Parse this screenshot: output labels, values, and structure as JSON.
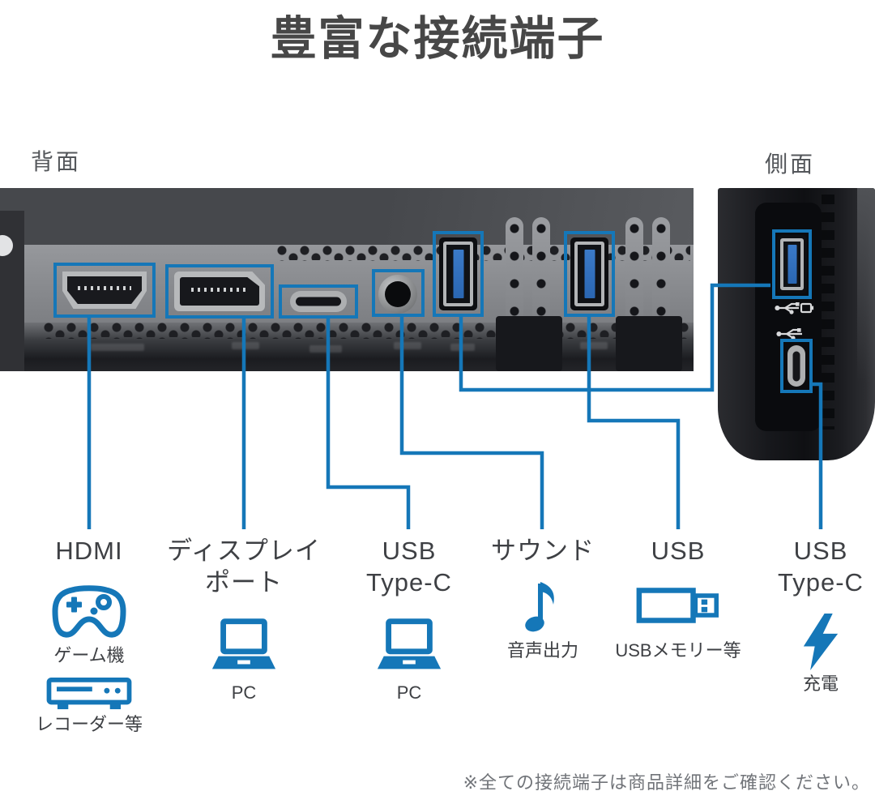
{
  "title": "豊富な接続端子",
  "back_label": "背面",
  "side_label": "側面",
  "footnote": "※全ての接続端子は商品詳細をご確認ください。",
  "colors": {
    "accent": "#1577b8",
    "title": "#474747",
    "text": "#3e4044",
    "muted": "#717479"
  },
  "ports": [
    "hdmi",
    "displayport",
    "usb-type-c-back",
    "audio-out",
    "usb-a-back-1",
    "usb-a-back-2",
    "usb-a-side",
    "usb-type-c-side"
  ],
  "callouts": [
    {
      "id": "hdmi",
      "label1": "HDMI",
      "label2": "",
      "devices": [
        {
          "icon": "game-controller-icon",
          "label": "ゲーム機"
        },
        {
          "icon": "recorder-icon",
          "label": "レコーダー等"
        }
      ]
    },
    {
      "id": "displayport",
      "label1": "ディスプレイ",
      "label2": "ポート",
      "devices": [
        {
          "icon": "laptop-icon",
          "label": "PC"
        }
      ]
    },
    {
      "id": "usb-type-c-back",
      "label1": "USB",
      "label2": "Type-C",
      "devices": [
        {
          "icon": "laptop-icon",
          "label": "PC"
        }
      ]
    },
    {
      "id": "sound",
      "label1": "サウンド",
      "label2": "",
      "devices": [
        {
          "icon": "music-note-icon",
          "label": "音声出力"
        }
      ]
    },
    {
      "id": "usb",
      "label1": "USB",
      "label2": "",
      "devices": [
        {
          "icon": "usb-memory-icon",
          "label": "USBメモリー等"
        }
      ]
    },
    {
      "id": "usb-type-c-side",
      "label1": "USB",
      "label2": "Type-C",
      "devices": [
        {
          "icon": "lightning-bolt-icon",
          "label": "充電"
        }
      ]
    }
  ]
}
